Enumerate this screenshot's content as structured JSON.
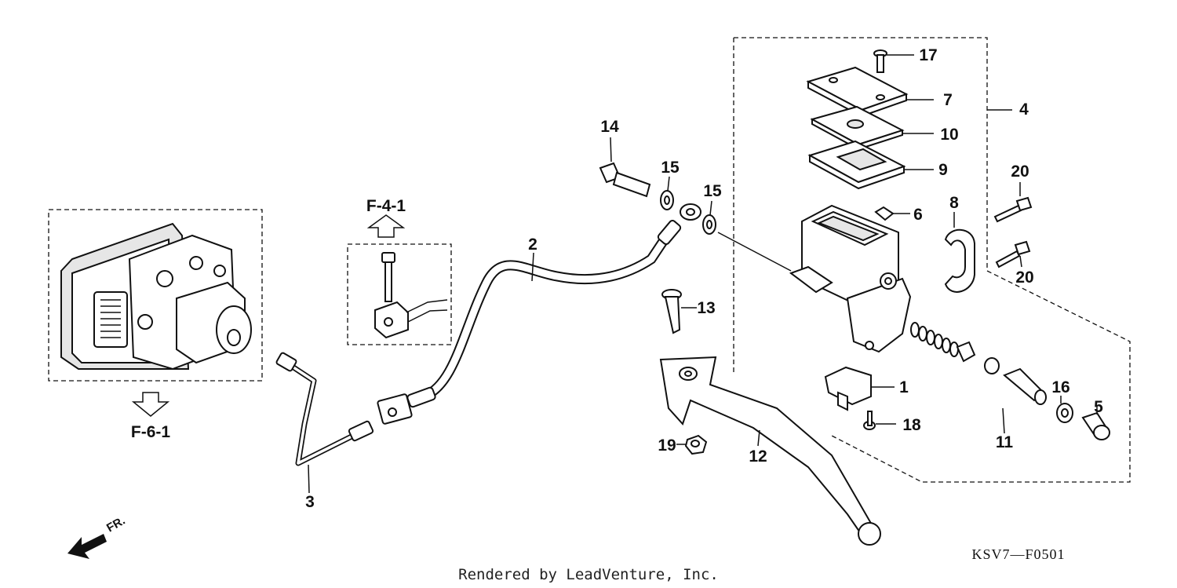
{
  "callouts": {
    "c1": "1",
    "c2": "2",
    "c3": "3",
    "c4": "4",
    "c5": "5",
    "c6": "6",
    "c7": "7",
    "c8": "8",
    "c9": "9",
    "c10": "10",
    "c11": "11",
    "c12": "12",
    "c13": "13",
    "c14": "14",
    "c15a": "15",
    "c15b": "15",
    "c16": "16",
    "c17": "17",
    "c18": "18",
    "c19": "19",
    "c20a": "20",
    "c20b": "20"
  },
  "references": {
    "abs_ref": "F-6-1",
    "bolt_ref": "F-4-1"
  },
  "front_indicator": "FR.",
  "diagram_code": "KSV7—F0501",
  "credit": "Rendered by LeadVenture, Inc."
}
